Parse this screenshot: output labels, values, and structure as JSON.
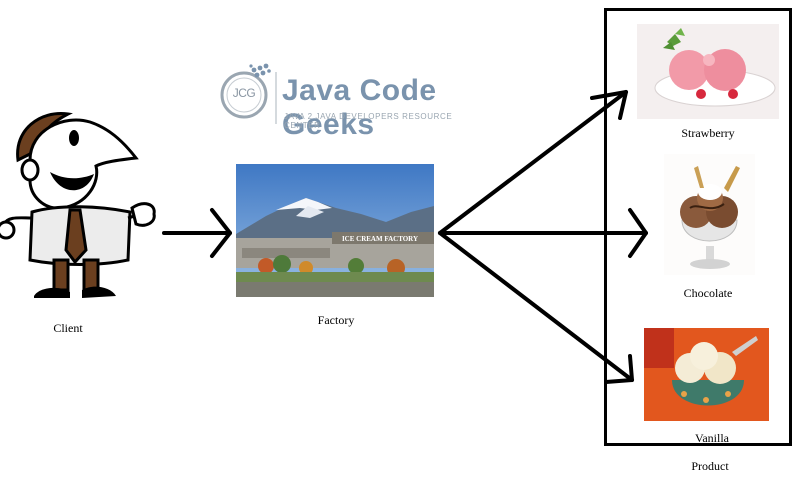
{
  "logo": {
    "initials": "JCG",
    "name": "Java Code Geeks",
    "tagline": "JAVA 2 JAVA DEVELOPERS RESOURCE CENTER"
  },
  "client": {
    "label": "Client"
  },
  "factory": {
    "label": "Factory",
    "building_sign": "ICE CREAM FACTORY"
  },
  "products": {
    "label": "Product",
    "items": [
      {
        "label": "Strawberry"
      },
      {
        "label": "Chocolate"
      },
      {
        "label": "Vanilla"
      }
    ]
  },
  "colors": {
    "logo_blue": "#7a93ad",
    "logo_gray": "#9aa6b1",
    "arrow": "#000000",
    "strawberry": "#f29aa8",
    "chocolate": "#8a5a3c",
    "vanilla": "#f4ecd6"
  }
}
